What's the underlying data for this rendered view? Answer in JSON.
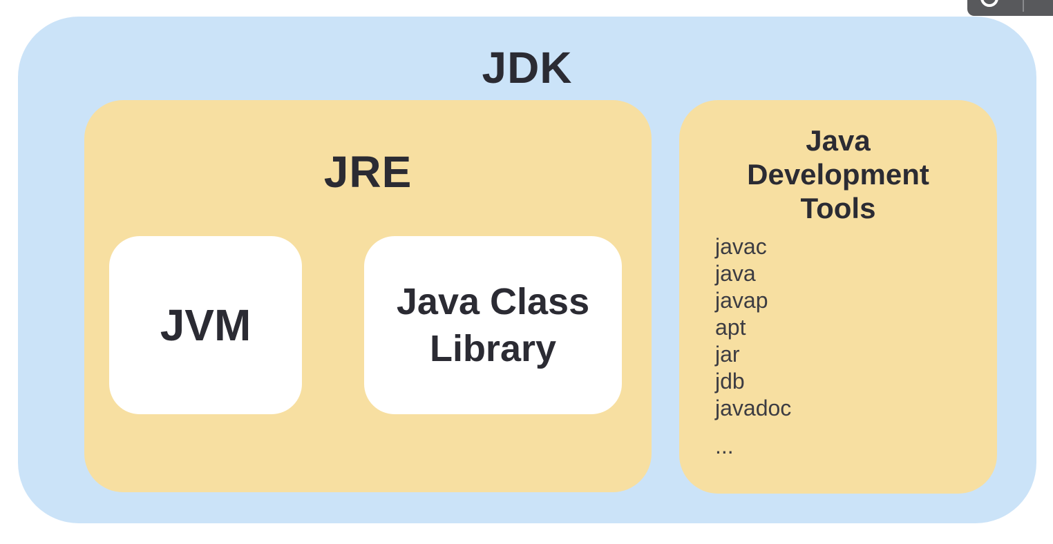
{
  "capture_toolbar": {
    "circle_icon": "circle-outline-icon",
    "background_color": "#58595c"
  },
  "diagram": {
    "jdk": {
      "title": "JDK",
      "fill_color": "#cbe3f8"
    },
    "jre": {
      "title": "JRE",
      "fill_color": "#f7dfa1",
      "jvm_label": "JVM",
      "class_library_label": "Java Class Library",
      "inner_box_color": "#ffffff"
    },
    "dev_tools": {
      "title": "Java Development Tools",
      "fill_color": "#f7dfa1",
      "tools": [
        "javac",
        "java",
        "javap",
        "apt",
        "jar",
        "jdb",
        "javadoc",
        "..."
      ]
    },
    "text_color": "#2b2b33"
  }
}
